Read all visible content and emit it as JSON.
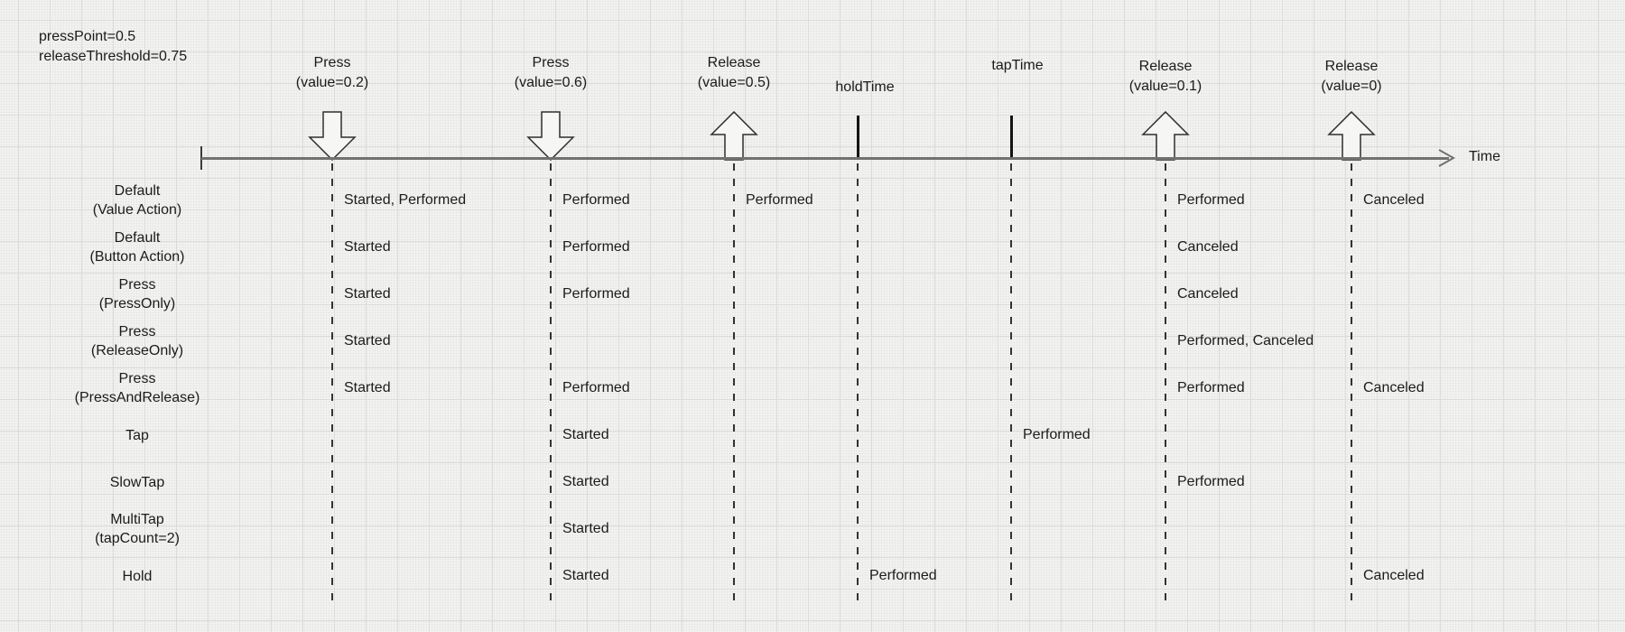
{
  "diagram": {
    "params_line1": "pressPoint=0.5",
    "params_line2": "releaseThreshold=0.75",
    "axis_label": "Time",
    "guide_color": "#333333",
    "axis_color": "#717171",
    "text_color": "#1b1b1b"
  },
  "markers": {
    "press1": {
      "line1": "Press",
      "line2": "(value=0.2)",
      "symbol": "arrow-down"
    },
    "press2": {
      "line1": "Press",
      "line2": "(value=0.6)",
      "symbol": "arrow-down"
    },
    "release1": {
      "line1": "Release",
      "line2": "(value=0.5)",
      "symbol": "arrow-up"
    },
    "holdtime": {
      "line1": "holdTime",
      "symbol": "tick"
    },
    "taptime": {
      "line1": "tapTime",
      "symbol": "tick"
    },
    "release2": {
      "line1": "Release",
      "line2": "(value=0.1)",
      "symbol": "arrow-up"
    },
    "release3": {
      "line1": "Release",
      "line2": "(value=0)",
      "symbol": "arrow-up"
    }
  },
  "rows": [
    {
      "line1": "Default",
      "line2": "(Value Action)",
      "cells": {
        "press1": "Started, Performed",
        "press2": "Performed",
        "release1": "Performed",
        "release2": "Performed",
        "release3": "Canceled"
      }
    },
    {
      "line1": "Default",
      "line2": "(Button Action)",
      "cells": {
        "press1": "Started",
        "press2": "Performed",
        "release2": "Canceled"
      }
    },
    {
      "line1": "Press",
      "line2": "(PressOnly)",
      "cells": {
        "press1": "Started",
        "press2": "Performed",
        "release2": "Canceled"
      }
    },
    {
      "line1": "Press",
      "line2": "(ReleaseOnly)",
      "cells": {
        "press1": "Started",
        "release2": "Performed, Canceled"
      }
    },
    {
      "line1": "Press",
      "line2": "(PressAndRelease)",
      "cells": {
        "press1": "Started",
        "press2": "Performed",
        "release2": "Performed",
        "release3": "Canceled"
      }
    },
    {
      "line1": "Tap",
      "cells": {
        "press2": "Started",
        "taptime": "Performed"
      }
    },
    {
      "line1": "SlowTap",
      "cells": {
        "press2": "Started",
        "release2": "Performed"
      }
    },
    {
      "line1": "MultiTap",
      "line2": "(tapCount=2)",
      "cells": {
        "press2": "Started"
      }
    },
    {
      "line1": "Hold",
      "cells": {
        "press2": "Started",
        "holdtime": "Performed",
        "release3": "Canceled"
      }
    }
  ]
}
